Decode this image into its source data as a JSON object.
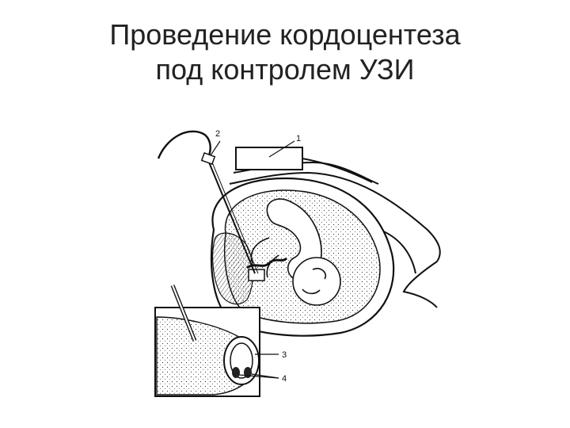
{
  "title": {
    "line1": "Проведение кордоцентеза",
    "line2": "под контролем УЗИ"
  },
  "labels": {
    "l1": "1",
    "l2": "2",
    "l3": "3",
    "l4": "4"
  }
}
